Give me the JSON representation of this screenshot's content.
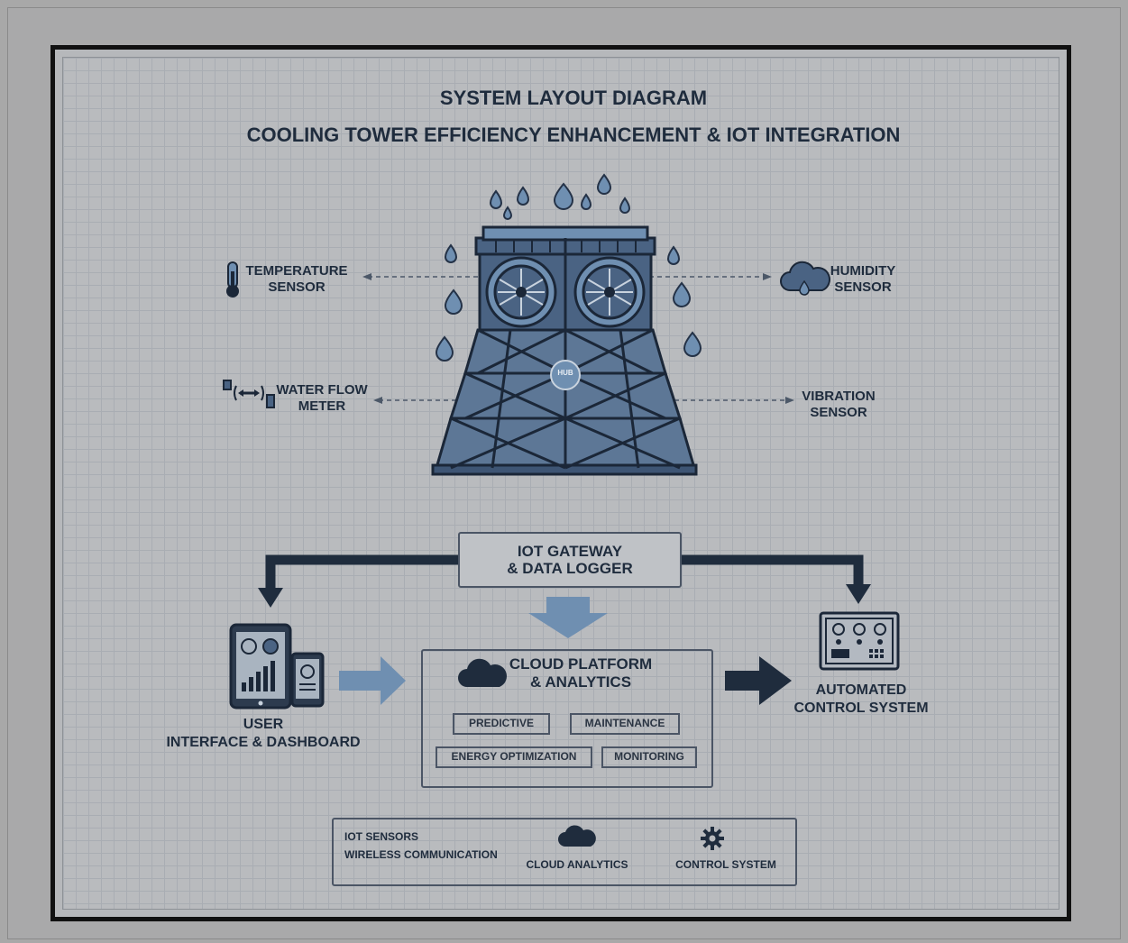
{
  "title": "SYSTEM LAYOUT DIAGRAM",
  "subtitle": "COOLING TOWER EFFICIENCY ENHANCEMENT & IOT INTEGRATION",
  "sensors": {
    "temperature": "TEMPERATURE\nSENSOR",
    "humidity": "HUMIDITY\nSENSOR",
    "water_flow": "WATER FLOW\nMETER",
    "vibration": "VIBRATION\nSENSOR",
    "hub_label": "HUB"
  },
  "gateway": "IOT GATEWAY\n& DATA LOGGER",
  "cloud": {
    "title": "CLOUD PLATFORM\n& ANALYTICS",
    "chips": [
      "PREDICTIVE",
      "MAINTENANCE",
      "ENERGY OPTIMIZATION",
      "MONITORING"
    ]
  },
  "user_interface": "USER\nINTERFACE & DASHBOARD",
  "control_system": "AUTOMATED\nCONTROL SYSTEM",
  "legend": {
    "sensors": "IOT SENSORS",
    "wireless": "WIRELESS COMMUNICATION",
    "cloud": "CLOUD ANALYTICS",
    "control": "CONTROL SYSTEM"
  },
  "colors": {
    "navy": "#1f2c3d",
    "steel": "#4a6383",
    "light_blue": "#6f8fb1",
    "background": "#b9bbbe"
  }
}
